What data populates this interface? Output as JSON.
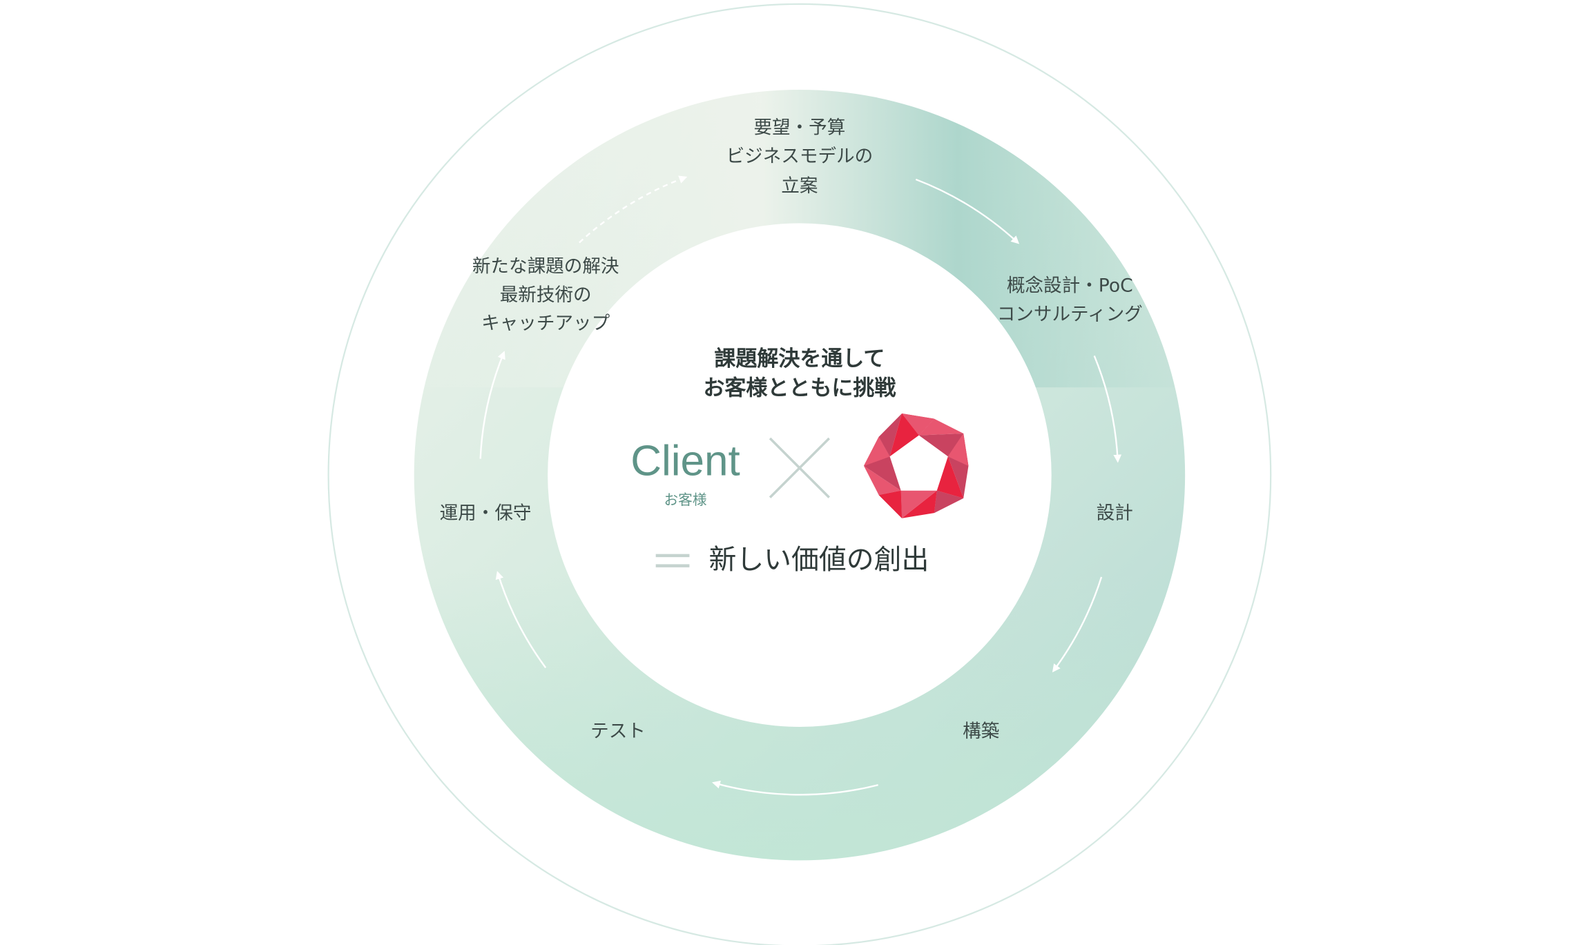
{
  "cycle": {
    "step1": [
      "要望・予算",
      "ビジネスモデルの",
      "立案"
    ],
    "step2": [
      "概念設計・PoC",
      "コンサルティング"
    ],
    "step3": "設計",
    "step4": "構築",
    "step5": "テスト",
    "step6": "運用・保守",
    "step7": [
      "新たな課題の解決",
      "最新技術の",
      "キャッチアップ"
    ]
  },
  "center": {
    "headline": [
      "課題解決を通して",
      "お客様とともに挑戦"
    ],
    "client_label": "Client",
    "client_sub": "お客様",
    "result": "新しい価値の創出"
  },
  "colors": {
    "client": "#5f9488",
    "logo": [
      "#e8233f",
      "#e85670",
      "#c94360"
    ],
    "ring_light": "#eef3ec",
    "ring_teal": "#a9d4ca",
    "ring_bottom": "#c2e6d6"
  }
}
